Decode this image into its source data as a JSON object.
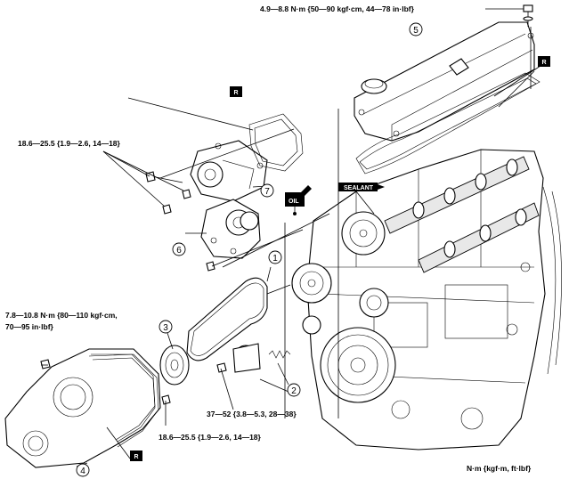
{
  "torque": {
    "cover_bolt": "4.9—8.8 N·m {50—90 kgf·cm, 44—78 in·lbf}",
    "water_pump_bolts": "18.6—25.5 {1.9—2.6, 14—18}",
    "cover_bolt_left_line1": "7.8—10.8 N·m {80—110 kgf·cm,",
    "cover_bolt_left_line2": "70—95 in·lbf}",
    "tensioner_bolt": "37—52 {3.8—5.3, 28—38}",
    "lower_bolts": "18.6—25.5 {1.9—2.6, 14—18}"
  },
  "callouts": [
    "1",
    "2",
    "3",
    "4",
    "5",
    "6",
    "7"
  ],
  "tags": {
    "replace": "R",
    "sealant": "SEALANT",
    "oil": "OIL"
  },
  "units_note": "N·m {kgf·m, ft·lbf}"
}
